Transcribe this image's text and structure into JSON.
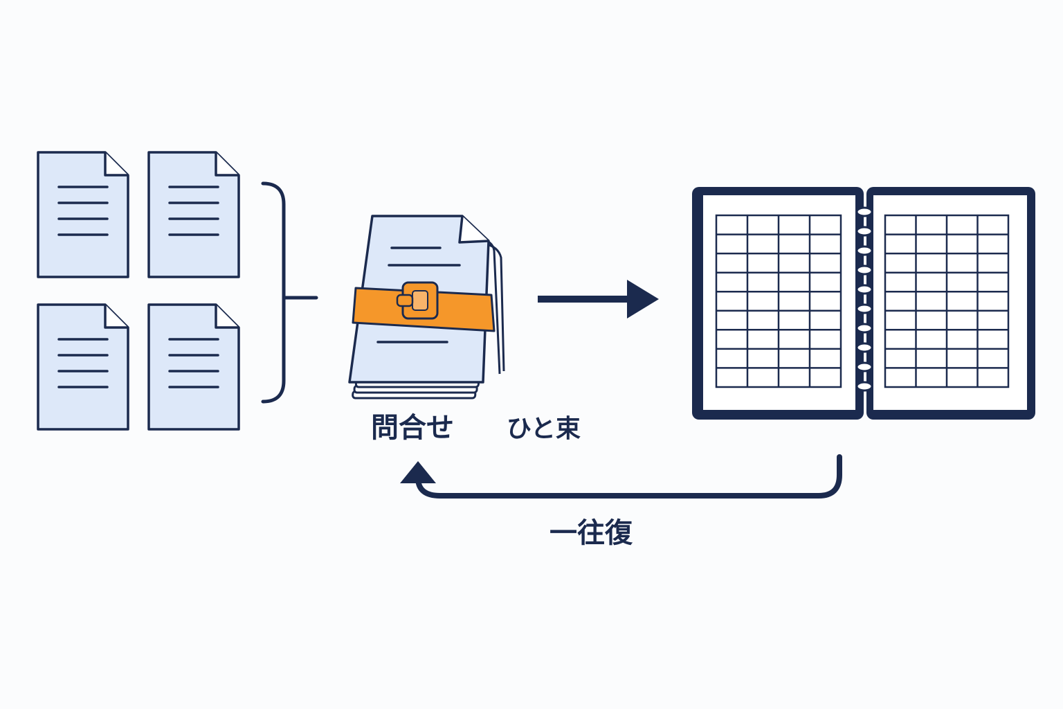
{
  "labels": {
    "inquiry": "問合せ",
    "bundle": "ひと束",
    "round_trip": "一往復"
  },
  "colors": {
    "navy": "#1b2a4e",
    "paper_fill": "#dde8f9",
    "strap_orange": "#f5972a",
    "background": "#fbfcfd"
  },
  "icons": [
    "document-icon",
    "bracket",
    "bundled-documents-icon",
    "strap-buckle-icon",
    "arrow-right-icon",
    "spiral-binder-icon",
    "return-arrow-icon"
  ]
}
